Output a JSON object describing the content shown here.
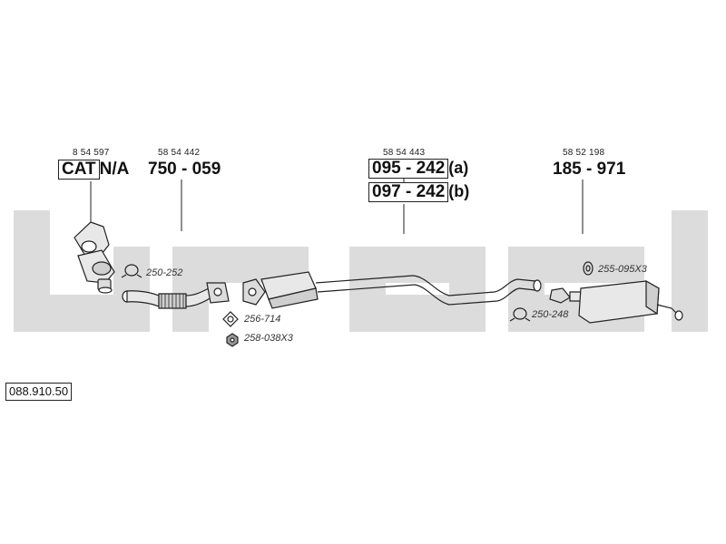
{
  "diagram": {
    "code": "088.910.50",
    "parts": [
      {
        "ref": "8 54 597",
        "cat_label": "CAT",
        "value": "N/A"
      },
      {
        "ref": "58 54 442",
        "number": "750 - 059"
      },
      {
        "ref": "58 54 443",
        "variants": [
          {
            "number": "095 - 242",
            "suffix": "(a)"
          },
          {
            "number": "097 - 242",
            "suffix": "(b)"
          }
        ]
      },
      {
        "ref": "58 52 198",
        "number": "185 - 971"
      }
    ],
    "accessories": [
      {
        "id": "250-252",
        "icon": "clamp-icon"
      },
      {
        "id": "256-714",
        "icon": "gasket-icon"
      },
      {
        "id": "258-038X3",
        "icon": "nut-icon"
      },
      {
        "id": "255-095X3",
        "icon": "rubber-mount-icon"
      },
      {
        "id": "250-248",
        "icon": "clamp-icon"
      }
    ],
    "colors": {
      "line": "#222222",
      "watermark": "#dcdcdc",
      "part_fill": "#e8e8e8"
    }
  }
}
